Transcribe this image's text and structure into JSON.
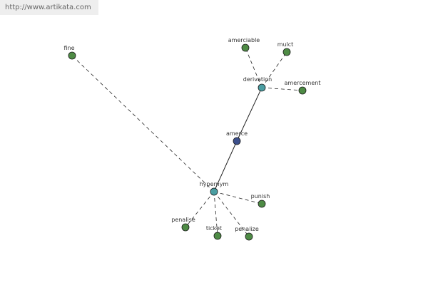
{
  "header": {
    "source_url": "http://www.artikata.com"
  },
  "colors": {
    "leaf": "#4e8b45",
    "relation": "#4a9ea2",
    "root": "#3c4f8c"
  },
  "graph": {
    "nodes": [
      {
        "id": "amerce",
        "label": "amerce",
        "kind": "root"
      },
      {
        "id": "derivation",
        "label": "derivation",
        "kind": "relation"
      },
      {
        "id": "hypernym",
        "label": "hypernym",
        "kind": "relation"
      },
      {
        "id": "amerciable",
        "label": "amerciable",
        "kind": "leaf"
      },
      {
        "id": "mulct",
        "label": "mulct",
        "kind": "leaf"
      },
      {
        "id": "amercement",
        "label": "amercement",
        "kind": "leaf"
      },
      {
        "id": "fine",
        "label": "fine",
        "kind": "leaf"
      },
      {
        "id": "punish",
        "label": "punish",
        "kind": "leaf"
      },
      {
        "id": "penalise",
        "label": "penalise",
        "kind": "leaf"
      },
      {
        "id": "ticket",
        "label": "ticket",
        "kind": "leaf"
      },
      {
        "id": "penalize",
        "label": "penalize",
        "kind": "leaf"
      }
    ],
    "edges": [
      {
        "from": "amerce",
        "to": "derivation",
        "style": "solid"
      },
      {
        "from": "amerce",
        "to": "hypernym",
        "style": "solid"
      },
      {
        "from": "derivation",
        "to": "amerciable",
        "style": "dashed"
      },
      {
        "from": "derivation",
        "to": "mulct",
        "style": "dashed"
      },
      {
        "from": "derivation",
        "to": "amercement",
        "style": "dashed"
      },
      {
        "from": "hypernym",
        "to": "fine",
        "style": "dashed"
      },
      {
        "from": "hypernym",
        "to": "punish",
        "style": "dashed"
      },
      {
        "from": "hypernym",
        "to": "penalise",
        "style": "dashed"
      },
      {
        "from": "hypernym",
        "to": "ticket",
        "style": "dashed"
      },
      {
        "from": "hypernym",
        "to": "penalize",
        "style": "dashed"
      }
    ]
  }
}
